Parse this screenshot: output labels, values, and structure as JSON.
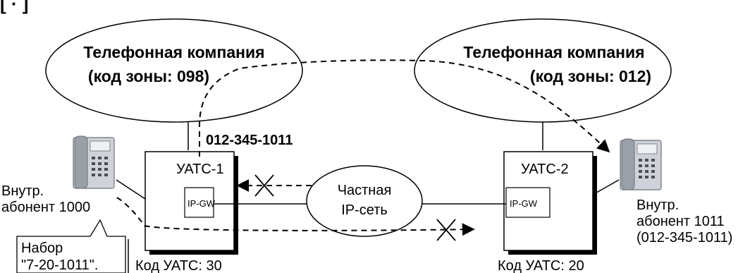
{
  "header_marks": "[ · ]",
  "carrier_left": {
    "line1": "Телефонная компания",
    "line2": "(код зоны: 098)"
  },
  "carrier_right": {
    "line1": "Телефонная компания",
    "line2": "(код зоны: 012)"
  },
  "dialed_number": "012-345-1011",
  "pbx_left": {
    "name": "УАТС-1",
    "gateway": "IP-GW",
    "code": "Код УАТС: 30"
  },
  "pbx_right": {
    "name": "УАТС-2",
    "gateway": "IP-GW",
    "code": "Код УАТС: 20"
  },
  "private_network": {
    "line1": "Частная",
    "line2": "IP-сеть"
  },
  "extension_left": {
    "line1": "Внутр.",
    "line2": "абонент 1000"
  },
  "extension_right": {
    "line1": "Внутр.",
    "line2": "абонент 1011",
    "line3": "(012-345-1011)"
  },
  "callout": {
    "line1": "Набор",
    "line2": "\"7-20-1011\"."
  },
  "colors": {
    "line": "#000000",
    "phone_body": "#cfd3d9",
    "phone_shade": "#9aa0a8"
  }
}
